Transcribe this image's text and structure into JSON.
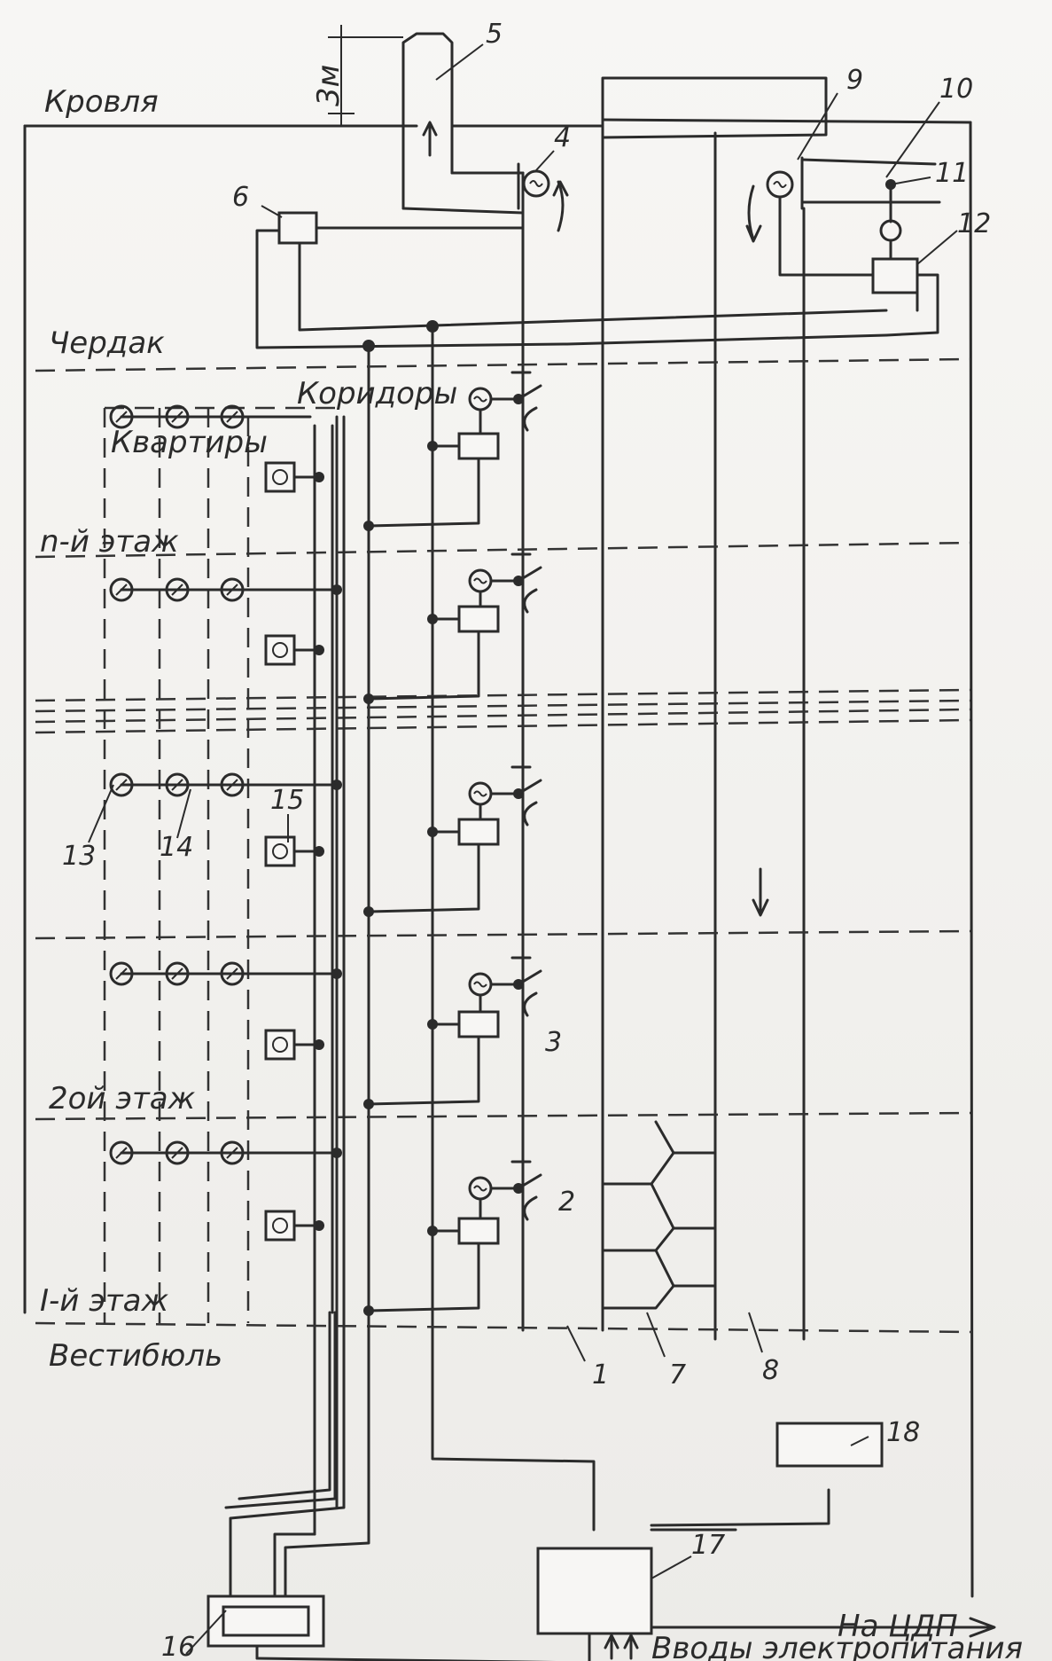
{
  "labels": {
    "roof": "Кровля",
    "attic": "Чердак",
    "corridors": "Коридоры",
    "apartments": "Квартиры",
    "floor_n": "n-й  этаж",
    "floor_2": "2ой этаж",
    "floor_1": "I-й  этаж",
    "lobby": "Вестибюль",
    "height": "3м",
    "to_cdp": "На ЦДП",
    "power_inputs": "Вводы электропитания"
  },
  "callouts": [
    "1",
    "2",
    "3",
    "4",
    "5",
    "6",
    "7",
    "8",
    "9",
    "10",
    "11",
    "12",
    "13",
    "14",
    "15",
    "16",
    "17",
    "18"
  ]
}
